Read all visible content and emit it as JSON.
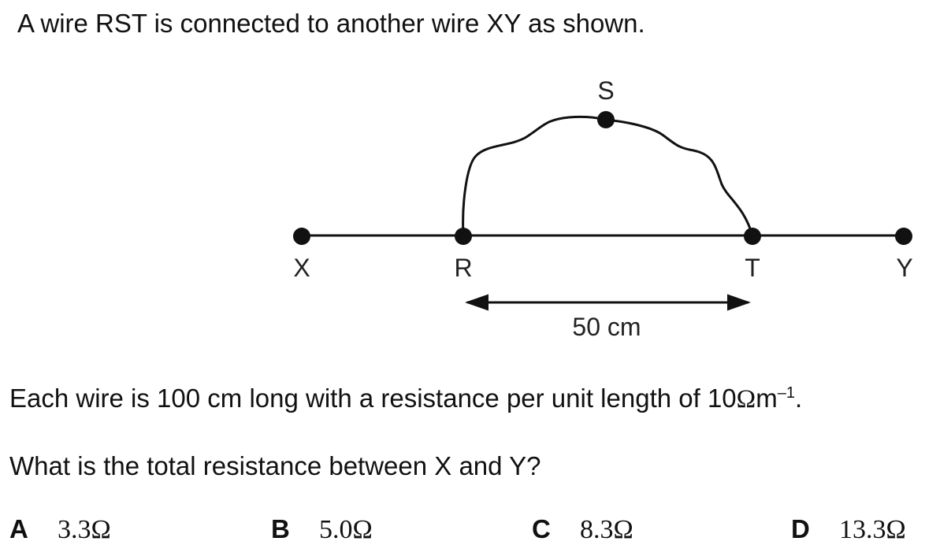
{
  "intro": "A wire RST is connected to another wire XY as shown.",
  "diagram": {
    "points": {
      "S": "S",
      "X": "X",
      "R": "R",
      "T": "T",
      "Y": "Y"
    },
    "distance_label": "50 cm"
  },
  "given": {
    "prefix": "Each wire is 100 cm long with a resistance per unit length of 10",
    "ohm": "Ω",
    "unit": "m",
    "exponent": "–1",
    "suffix": "."
  },
  "question": "What is the total resistance between X and Y?",
  "options": [
    {
      "letter": "A",
      "value": "3.3Ω"
    },
    {
      "letter": "B",
      "value": "5.0Ω"
    },
    {
      "letter": "C",
      "value": "8.3Ω"
    },
    {
      "letter": "D",
      "value": "13.3Ω"
    }
  ]
}
